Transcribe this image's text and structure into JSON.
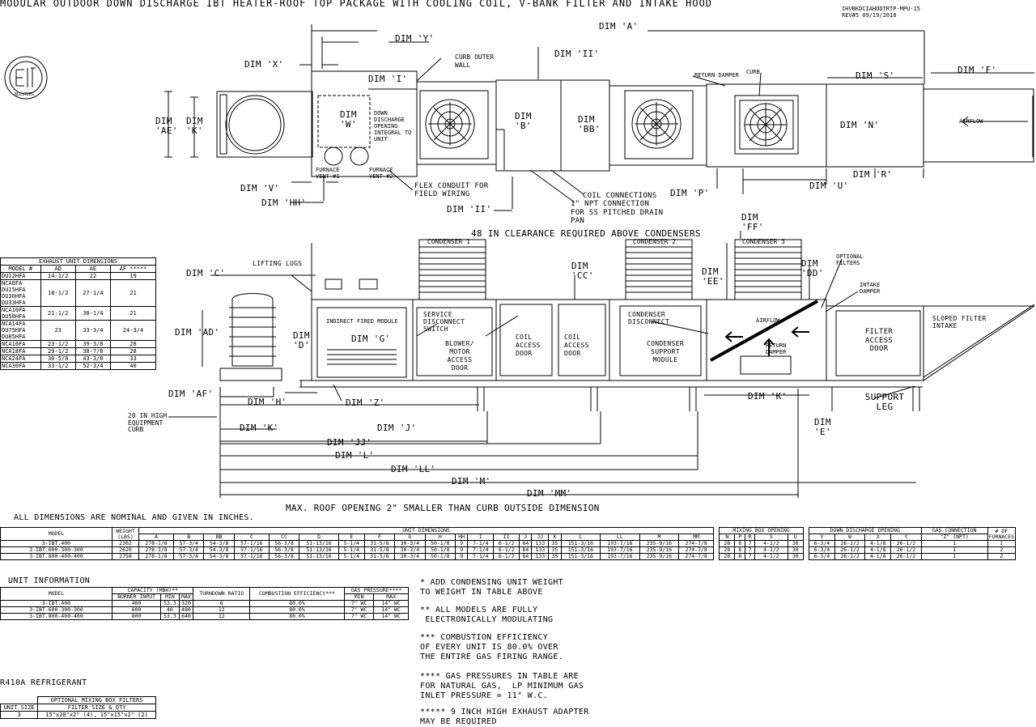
{
  "title": "MODULAR OUTDOOR DOWN DISCHARGE IBT HEATER-ROOF TOP PACKAGE WITH COOLING COIL, V-BANK FILTER AND INTAKE HOOD",
  "drawing_id": {
    "line1": "IHVBKDCIAHODTRTP-MPU-15",
    "line2": "REV#5   09/19/2018"
  },
  "logo": "ALLSTEEL",
  "top_view": {
    "dims": [
      "DIM 'A'",
      "DIM 'Y'",
      "DIM 'X'",
      "DIM 'II'",
      "DIM 'I'",
      "DIM 'AE'",
      "DIM 'K'",
      "DIM 'W'",
      "DIM 'B'",
      "DIM 'BB'",
      "DIM 'S'",
      "DIM 'F'",
      "DIM 'N'",
      "DIM 'R'",
      "DIM 'U'",
      "DIM 'P'",
      "DIM 'V'",
      "DIM 'HH'",
      "DIM 'II'"
    ],
    "labels": {
      "curb_outer_wall": "CURB OUTER WALL",
      "down_discharge": "DOWN DISCHARGE OPENING INTEGRAL TO UNIT",
      "furnace_vent_1": "FURNACE VENT #1",
      "furnace_vent_2": "FURNACE VENT #2",
      "flex_conduit": "FLEX CONDUIT FOR FIELD WIRING",
      "coil_connections": "COIL CONNECTIONS",
      "npt_connection": "1\" NPT CONNECTION FOR SS PITCHED DRAIN PAN",
      "return_damper": "RETURN DAMPER",
      "curb": "CURB",
      "airflow": "AIRFLOW"
    }
  },
  "side_view": {
    "clearance": "48 IN CLEARANCE REQUIRED ABOVE CONDENSERS",
    "condensers": [
      "CONDENSER 1",
      "CONDENSER 2",
      "CONDENSER 3"
    ],
    "lifting_lugs": "LIFTING LUGS",
    "indirect_fired_module": "INDIRECT FIRED MODULE",
    "dim_g": "DIM 'G'",
    "service_disconnect": "SERVICE DISCONNECT SWITCH",
    "blower_door": "BLOWER/ MOTOR ACCESS DOOR",
    "coil_door_1": "COIL ACCESS DOOR",
    "coil_door_2": "COIL ACCESS DOOR",
    "condenser_disconnect": "CONDENSER DISCONNECT",
    "condenser_support": "CONDENSER SUPPORT MODULE",
    "airflow": "AIRFLOW",
    "return_damper": "RETURN DAMPER",
    "intake_damper": "INTAKE DAMPER",
    "optional_filters": "OPTIONAL FILTERS",
    "filter_door": "FILTER ACCESS DOOR",
    "sloped_filter": "SLOPED FILTER INTAKE",
    "support_leg": "SUPPORT LEG",
    "equipment_curb": "20 IN HIGH EQUIPMENT CURB",
    "roof_note": "MAX. ROOF OPENING 2\" SMALLER THAN CURB OUTSIDE DIMENSION",
    "dims": [
      "DIM 'C'",
      "DIM 'AD'",
      "DIM 'D'",
      "DIM 'AF'",
      "DIM 'H'",
      "DIM 'Z'",
      "DIM 'K'",
      "DIM 'J'",
      "DIM 'JJ'",
      "DIM 'L'",
      "DIM 'LL'",
      "DIM 'M'",
      "DIM 'MM'",
      "DIM 'CC'",
      "DIM 'EE'",
      "DIM 'FF'",
      "DIM 'DD'",
      "DIM 'K'",
      "DIM 'E'"
    ]
  },
  "exhaust_table": {
    "title": "EXHAUST UNIT DIMENSIONS",
    "headers": [
      "MODEL #",
      "AD",
      "AE",
      "AF *****"
    ],
    "rows": [
      [
        "DU12HFA",
        "14-1/2",
        "22",
        "19"
      ],
      [
        "NCA8FA\nDU15HFA\nDU30HFA\nDU33HFA",
        "18-1/2",
        "27-1/4",
        "21"
      ],
      [
        "NCA10FA\nDU50HFA",
        "21-1/2",
        "30-1/4",
        "21"
      ],
      [
        "NCA14FA\nDU75HFA\nDU85HFA",
        "23",
        "33-3/4",
        "24-3/4"
      ],
      [
        "NCA16FA",
        "23-1/2",
        "39-3/8",
        "28"
      ],
      [
        "NCA18FA",
        "29-1/2",
        "38-7/8",
        "28"
      ],
      [
        "NCA24FA",
        "30-5/8",
        "43-3/8",
        "33"
      ],
      [
        "NCA30FA",
        "33-1/2",
        "52-3/4",
        "40"
      ]
    ]
  },
  "nominal_note": "ALL DIMENSIONS ARE NOMINAL AND GIVEN IN INCHES.",
  "main_table": {
    "group_unit": "UNIT DIMENSIONS",
    "group_mixing": "MIXING BOX OPENING",
    "group_down": "DOWN DISCHARGE OPENING",
    "group_gas": "GAS CONNECTION",
    "col_model": "MODEL",
    "col_weight": "WEIGHT (LBS)",
    "col_furnaces": "# OF FURNACES",
    "unit_cols": [
      "A",
      "B",
      "BB",
      "C",
      "CC",
      "D",
      "E",
      "F",
      "G",
      "H",
      "HH",
      "I",
      "II",
      "J",
      "JJ",
      "K",
      "L",
      "LL",
      "M",
      "MM"
    ],
    "mix_cols": [
      "N",
      "P",
      "R",
      "S",
      "U"
    ],
    "down_cols": [
      "V",
      "W",
      "X",
      "Y"
    ],
    "gas_col": "\"Z\" (NPT)",
    "rows": [
      [
        "3-IBT.400",
        "2302",
        "278-1/8",
        "57-3/4",
        "54-3/8",
        "57-1/16",
        "56-3/8",
        "51-13/16",
        "5-1/4",
        "31-5/8",
        "30-3/4",
        "50-1/8",
        "9",
        "7-1/4",
        "6-1/2",
        "84",
        "133",
        "35",
        "151-3/16",
        "193-7/16",
        "235-9/16",
        "274-7/8",
        "28",
        "8",
        "7",
        "4-1/2",
        "30",
        "6-3/4",
        "26-1/2",
        "4-1/8",
        "26-1/2",
        "1",
        "1"
      ],
      [
        "3-IBT.600-300-300",
        "2620",
        "278-1/8",
        "57-3/4",
        "54-3/8",
        "57-1/16",
        "56-3/8",
        "51-13/16",
        "5-1/4",
        "31-5/8",
        "30-3/4",
        "50-1/8",
        "9",
        "7-1/4",
        "6-1/2",
        "84",
        "133",
        "35",
        "151-3/16",
        "193-7/16",
        "235-9/16",
        "274-7/8",
        "28",
        "8",
        "7",
        "4-1/2",
        "30",
        "6-3/4",
        "26-1/2",
        "4-1/8",
        "26-1/2",
        "1",
        "2"
      ],
      [
        "3-IBT.800-400-400",
        "2758",
        "278-1/8",
        "57-3/4",
        "54-3/8",
        "57-1/16",
        "56-3/8",
        "51-13/16",
        "5-1/4",
        "31-5/8",
        "30-3/4",
        "50-1/8",
        "9",
        "7-1/4",
        "6-1/2",
        "84",
        "133",
        "35",
        "151-3/16",
        "193-7/16",
        "235-9/16",
        "274-7/8",
        "28",
        "8",
        "7",
        "4-1/2",
        "30",
        "6-3/4",
        "26-1/2",
        "4-1/8",
        "26-1/2",
        "1",
        "2"
      ]
    ]
  },
  "unit_info": {
    "title": "UNIT INFORMATION",
    "headers": {
      "model": "MODEL",
      "capacity": "CAPACITY (MBH)**",
      "burner": "BURNER INPUT",
      "min": "MIN",
      "max": "MAX",
      "turndown": "TURNDOWN RATIO",
      "efficiency": "COMBUSTION EFFICIENCY***",
      "gas": "GAS PRESSURE****",
      "gmin": "MIN",
      "gmax": "MAX"
    },
    "rows": [
      [
        "3-IBT.400",
        "400",
        "53.3",
        "320",
        "6",
        "80.0%",
        "7\" WC",
        "14\" WC"
      ],
      [
        "3-IBT.600-300-300",
        "600",
        "40",
        "480",
        "12",
        "80.0%",
        "7\" WC",
        "14\" WC"
      ],
      [
        "3-IBT.800-400-400",
        "800",
        "53.3",
        "640",
        "12",
        "80.0%",
        "7\" WC",
        "14\" WC"
      ]
    ]
  },
  "notes": [
    "* ADD CONDENSING UNIT WEIGHT\nTO WEIGHT IN TABLE ABOVE",
    "** ALL MODELS ARE FULLY\n ELECTRONICALLY MODULATING",
    "*** COMBUSTION EFFICIENCY\nOF EVERY UNIT IS 80.0% OVER\nTHE ENTIRE GAS FIRING RANGE.",
    "**** GAS PRESSURES IN TABLE ARE\nFOR NATURAL GAS,  LP MINIMUM GAS\nINLET PRESSURE = 11\" W.C.",
    "***** 9 INCH HIGH EXHAUST ADAPTER\nMAY BE REQUIRED"
  ],
  "refrigerant": "R410A REFRIGERANT",
  "filter_table": {
    "title": "OPTIONAL MIXING BOX FILTERS",
    "h1": "UNIT SIZE",
    "h2": "FILTER SIZE & QTY",
    "row": [
      "3",
      "15\"x20\"x2\" (4), 15\"x15\"x2\" (2)"
    ]
  }
}
